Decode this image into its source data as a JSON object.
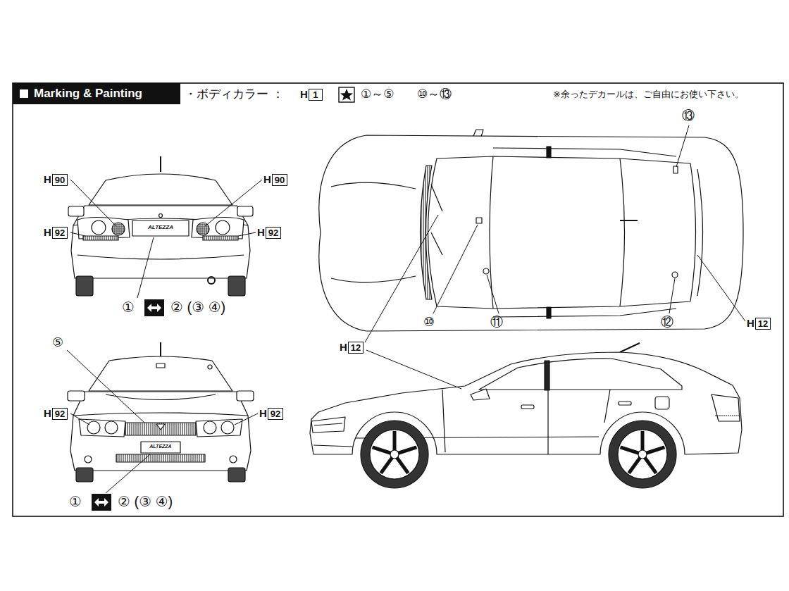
{
  "diagram": {
    "title": "Marking & Painting",
    "nodes": [
      {
        "text": [
          "H",
          "1"
        ]
      },
      {
        "text": [
          "H",
          "90"
        ]
      },
      {
        "text": [
          "H",
          "90"
        ]
      },
      {
        "text": [
          "H",
          "92"
        ]
      },
      {
        "text": [
          "H",
          "92"
        ]
      },
      {
        "text": [
          "H",
          "12"
        ]
      },
      {
        "text": [
          "H",
          "12"
        ]
      },
      {
        "text": [
          "H",
          "92"
        ]
      },
      {
        "text": [
          "H",
          "92"
        ]
      }
    ],
    "labels": [
      "・ボディカラー ：",
      "①～⑤",
      "⑩～⑬",
      "※余ったデカールは、ご自由にお使い下さい。",
      "⑬",
      "ALTEZZA",
      "①",
      "② (③ ④)",
      "⑩",
      "⑪",
      "⑫",
      "⑤",
      "ALTEZZA",
      "①",
      "② (③ ④)"
    ]
  }
}
